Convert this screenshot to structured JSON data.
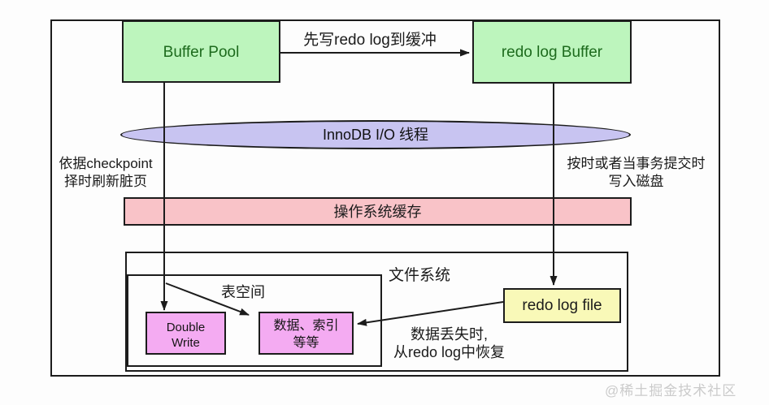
{
  "nodes": {
    "buffer_pool": "Buffer Pool",
    "redo_log_buffer": "redo log Buffer",
    "io_thread": "InnoDB I/O 线程",
    "os_cache": "操作系统缓存",
    "file_system": "文件系统",
    "tablespace": "表空间",
    "double_write_line1": "Double",
    "double_write_line2": "Write",
    "data_index_line1": "数据、索引",
    "data_index_line2": "等等",
    "redo_log_file": "redo log file"
  },
  "labels": {
    "write_to_buffer": "先写redo log到缓冲",
    "checkpoint_line1": "依据checkpoint",
    "checkpoint_line2": "择时刷新脏页",
    "commit_line1": "按时或者当事务提交时",
    "commit_line2": "写入磁盘",
    "recovery_line1": "数据丢失时,",
    "recovery_line2": "从redo log中恢复"
  },
  "watermark": "@稀土掘金技术社区",
  "colors": {
    "line": "#1c1c1c",
    "box_green": "#bdf5bd",
    "green_text": "#1d6b1d",
    "ellipse_purple": "#c8c4f1",
    "bar_pink": "#f9c3c8",
    "box_magenta": "#f4abf2",
    "box_yellow": "#f9f9b8",
    "watermark_gray": "#cbcbcb"
  }
}
